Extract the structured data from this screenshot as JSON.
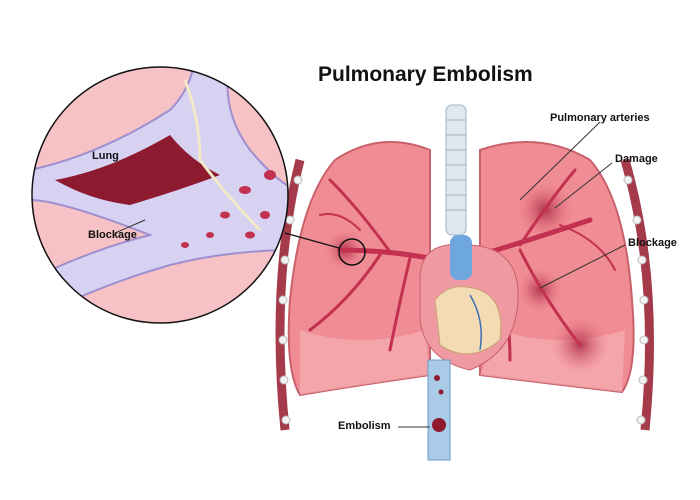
{
  "title": "Pulmonary Embolism",
  "labels": {
    "lung": "Lung",
    "blockage_zoom": "Blockage",
    "pulmonary_arteries": "Pulmonary arteries",
    "damage": "Damage",
    "blockage": "Blockage",
    "embolism": "Embolism"
  },
  "colors": {
    "lung": "#f08c93",
    "lung_light": "#f7b5b9",
    "vessel": "#c2314f",
    "clot": "#8e1a30",
    "trachea": "#dfe8ef",
    "aorta": "#a9cbe8",
    "zoom_bg": "#f6c2c6",
    "zoom_vessel": "#d7d2f2"
  }
}
